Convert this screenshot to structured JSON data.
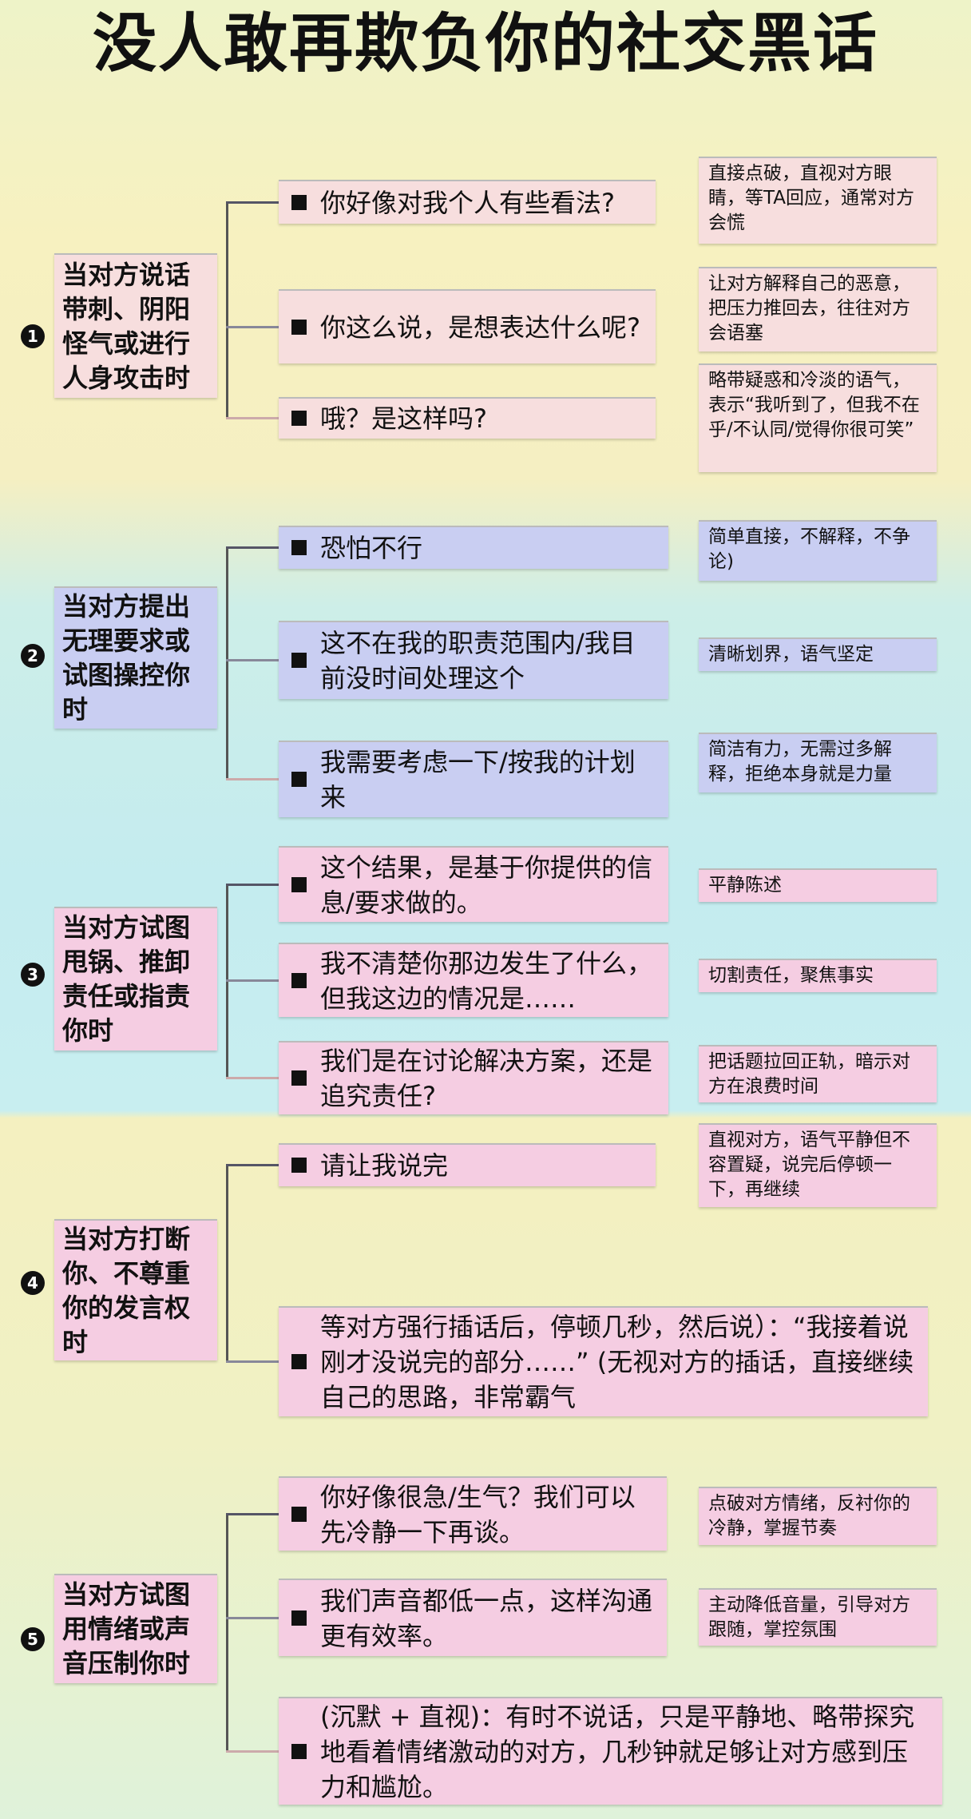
{
  "title": "没人敢再欺负你的社交黑话",
  "sections": [
    {
      "number": "1",
      "color": "#f7dede",
      "category": "当对方说话带刺、阴阳怪气或进行人身攻击时",
      "items": [
        "你好像对我个人有些看法?",
        "你这么说，是想表达什么呢?",
        "哦？是这样吗?"
      ],
      "notes": [
        "直接点破，直视对方眼睛，等TA回应，通常对方会慌",
        "让对方解释自己的恶意，把压力推回去，往往对方会语塞",
        "略带疑惑和冷淡的语气，表示“我听到了，但我不在乎/不认同/觉得你很可笑”"
      ]
    },
    {
      "number": "2",
      "color": "#c9cef2",
      "category": "当对方提出无理要求或试图操控你时",
      "items": [
        "恐怕不行",
        "这不在我的职责范围内/我目前没时间处理这个",
        "我需要考虑一下/按我的计划来"
      ],
      "notes": [
        "简单直接，不解释，不争论)",
        "清晰划界，语气坚定",
        "简洁有力，无需过多解释，拒绝本身就是力量"
      ]
    },
    {
      "number": "3",
      "color": "#f5cde2",
      "category": "当对方试图甩锅、推卸责任或指责你时",
      "items": [
        "这个结果，是基于你提供的信息/要求做的。",
        "我不清楚你那边发生了什么，但我这边的情况是……",
        "我们是在讨论解决方案，还是追究责任?"
      ],
      "notes": [
        "平静陈述",
        "切割责任，聚焦事实",
        "把话题拉回正轨，暗示对方在浪费时间"
      ]
    },
    {
      "number": "4",
      "color": "#f5cde2",
      "category": "当对方打断你、不尊重你的发言权时",
      "items": [
        "请让我说完",
        "等对方强行插话后，停顿几秒，然后说）：“我接着说刚才没说完的部分……” (无视对方的插话，直接继续自己的思路，非常霸气"
      ],
      "notes": [
        "直视对方，语气平静但不容置疑，说完后停顿一下，再继续"
      ]
    },
    {
      "number": "5",
      "color": "#f5cde2",
      "category": "当对方试图用情绪或声音压制你时",
      "items": [
        "你好像很急/生气？我们可以先冷静一下再谈。",
        "我们声音都低一点，这样沟通更有效率。",
        "(沉默 + 直视)：有时不说话，只是平静地、略带探究地看着情绪激动的对方，几秒钟就足够让对方感到压力和尴尬。"
      ],
      "notes": [
        "点破对方情绪，反衬你的冷静，掌握节奏",
        "主动降低音量，引导对方跟随，掌控氛围"
      ]
    }
  ]
}
